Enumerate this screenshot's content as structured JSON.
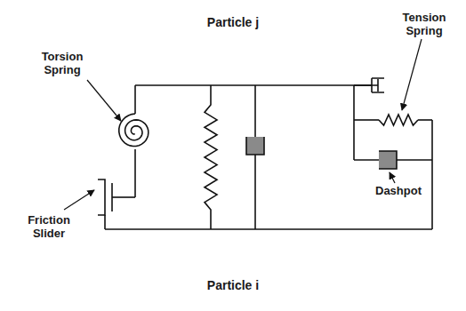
{
  "diagram": {
    "nodes": [
      {
        "text": [
          "Particle j"
        ]
      },
      {
        "text": [
          "Particle i"
        ]
      }
    ],
    "labels": [
      "Torsion Spring",
      "Tension Spring",
      "Dashpot",
      "Friction Slider"
    ]
  }
}
